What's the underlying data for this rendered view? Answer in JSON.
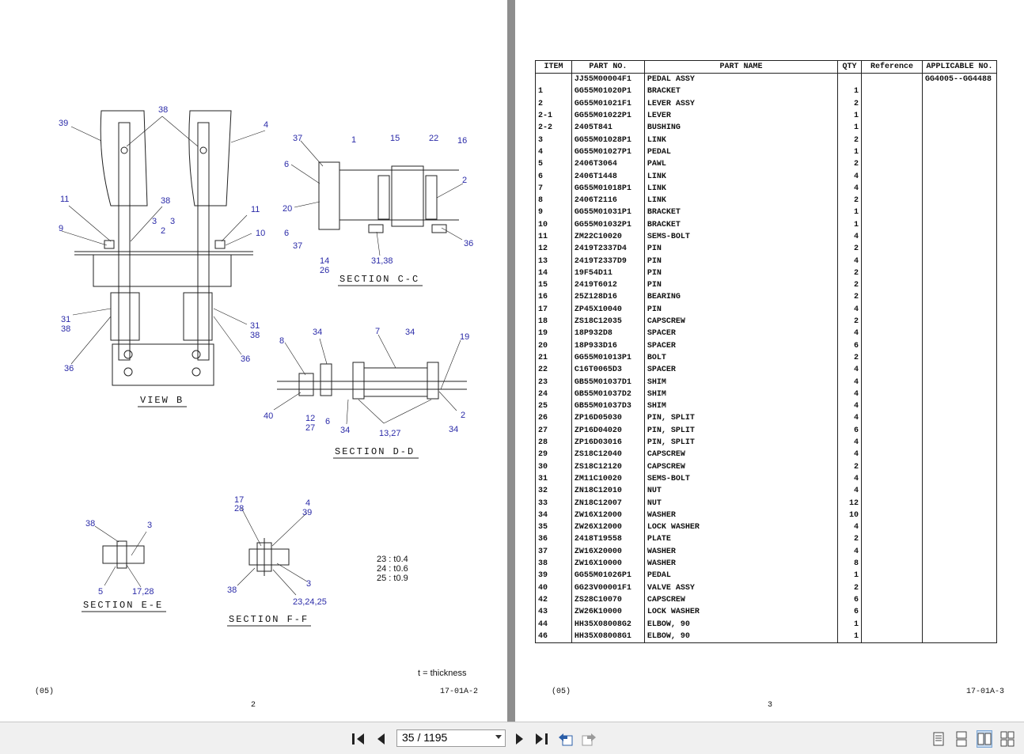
{
  "viewer": {
    "page_indicator": "35 / 1195",
    "buttons": {
      "first": "first-page",
      "prev": "previous-page",
      "next": "next-page",
      "last": "last-page"
    }
  },
  "left_page": {
    "footer_left": "(05)",
    "footer_center": "2",
    "footer_right": "17-01A-2",
    "thickness_note": "t = thickness",
    "shim_notes": [
      "23 : t0.4",
      "24 : t0.6",
      "25 : t0.9"
    ],
    "section_labels": {
      "view_b": "VIEW B",
      "sec_cc": "SECTION C-C",
      "sec_dd": "SECTION D-D",
      "sec_ee": "SECTION E-E",
      "sec_ff": "SECTION F-F"
    },
    "callouts": {
      "vb": [
        "39",
        "38",
        "4",
        "11",
        "38",
        "3",
        "3",
        "11",
        "9",
        "2",
        "10",
        "31",
        "38",
        "31",
        "38",
        "36",
        "36"
      ],
      "cc": [
        "37",
        "1",
        "15",
        "22",
        "16",
        "6",
        "2",
        "20",
        "6",
        "37",
        "36",
        "14",
        "26",
        "31,38"
      ],
      "dd": [
        "34",
        "7",
        "34",
        "19",
        "8",
        "40",
        "12",
        "27",
        "6",
        "34",
        "13,27",
        "34",
        "2"
      ],
      "ee": [
        "38",
        "3",
        "5",
        "17,28"
      ],
      "ff": [
        "17",
        "28",
        "4",
        "39",
        "38",
        "3",
        "23,24,25"
      ]
    }
  },
  "right_page": {
    "footer_left": "(05)",
    "footer_center": "3",
    "footer_right": "17-01A-3",
    "table": {
      "headers": [
        "ITEM",
        "PART NO.",
        "PART NAME",
        "QTY",
        "Reference",
        "APPLICABLE NO."
      ],
      "rows": [
        [
          "",
          "JJ55M00004F1",
          "PEDAL ASSY",
          "",
          "",
          "GG4005--GG4488"
        ],
        [
          "1",
          "GG55M01020P1",
          "BRACKET",
          "1",
          "",
          ""
        ],
        [
          "2",
          "GG55M01021F1",
          "LEVER ASSY",
          "2",
          "",
          ""
        ],
        [
          "2-1",
          "GG55M01022P1",
          "LEVER",
          "1",
          "",
          ""
        ],
        [
          "2-2",
          "2405T841",
          "BUSHING",
          "1",
          "",
          ""
        ],
        [
          "3",
          "GG55M01028P1",
          "LINK",
          "2",
          "",
          ""
        ],
        [
          "4",
          "GG55M01027P1",
          "PEDAL",
          "1",
          "",
          ""
        ],
        [
          "5",
          "2406T3064",
          "PAWL",
          "2",
          "",
          ""
        ],
        [
          "6",
          "2406T1448",
          "LINK",
          "4",
          "",
          ""
        ],
        [
          "7",
          "GG55M01018P1",
          "LINK",
          "4",
          "",
          ""
        ],
        [
          "8",
          "2406T2116",
          "LINK",
          "2",
          "",
          ""
        ],
        [
          "9",
          "GG55M01031P1",
          "BRACKET",
          "1",
          "",
          ""
        ],
        [
          "10",
          "GG55M01032P1",
          "BRACKET",
          "1",
          "",
          ""
        ],
        [
          "11",
          "ZM22C10020",
          "SEMS-BOLT",
          "4",
          "",
          ""
        ],
        [
          "12",
          "2419T2337D4",
          "PIN",
          "2",
          "",
          ""
        ],
        [
          "13",
          "2419T2337D9",
          "PIN",
          "4",
          "",
          ""
        ],
        [
          "14",
          "19F54D11",
          "PIN",
          "2",
          "",
          ""
        ],
        [
          "15",
          "2419T6012",
          "PIN",
          "2",
          "",
          ""
        ],
        [
          "16",
          "25Z128D16",
          "BEARING",
          "2",
          "",
          ""
        ],
        [
          "17",
          "ZP45X10040",
          "PIN",
          "4",
          "",
          ""
        ],
        [
          "18",
          "ZS18C12035",
          "CAPSCREW",
          "2",
          "",
          ""
        ],
        [
          "19",
          "18P932D8",
          "SPACER",
          "4",
          "",
          ""
        ],
        [
          "20",
          "18P933D16",
          "SPACER",
          "6",
          "",
          ""
        ],
        [
          "21",
          "GG55M01013P1",
          "BOLT",
          "2",
          "",
          ""
        ],
        [
          "22",
          "C16T0065D3",
          "SPACER",
          "4",
          "",
          ""
        ],
        [
          "23",
          "GB55M01037D1",
          "SHIM",
          "4",
          "",
          ""
        ],
        [
          "24",
          "GB55M01037D2",
          "SHIM",
          "4",
          "",
          ""
        ],
        [
          "25",
          "GB55M01037D3",
          "SHIM",
          "4",
          "",
          ""
        ],
        [
          "26",
          "ZP16D05030",
          "PIN, SPLIT",
          "4",
          "",
          ""
        ],
        [
          "27",
          "ZP16D04020",
          "PIN, SPLIT",
          "6",
          "",
          ""
        ],
        [
          "28",
          "ZP16D03016",
          "PIN, SPLIT",
          "4",
          "",
          ""
        ],
        [
          "29",
          "ZS18C12040",
          "CAPSCREW",
          "4",
          "",
          ""
        ],
        [
          "30",
          "ZS18C12120",
          "CAPSCREW",
          "2",
          "",
          ""
        ],
        [
          "31",
          "ZM11C10020",
          "SEMS-BOLT",
          "4",
          "",
          ""
        ],
        [
          "32",
          "ZN18C12010",
          "NUT",
          "4",
          "",
          ""
        ],
        [
          "33",
          "ZN18C12007",
          "NUT",
          "12",
          "",
          ""
        ],
        [
          "34",
          "ZW16X12000",
          "WASHER",
          "10",
          "",
          ""
        ],
        [
          "35",
          "ZW26X12000",
          "LOCK WASHER",
          "4",
          "",
          ""
        ],
        [
          "36",
          "2418T19558",
          "PLATE",
          "2",
          "",
          ""
        ],
        [
          "37",
          "ZW16X20000",
          "WASHER",
          "4",
          "",
          ""
        ],
        [
          "38",
          "ZW16X10000",
          "WASHER",
          "8",
          "",
          ""
        ],
        [
          "39",
          "GG55M01026P1",
          "PEDAL",
          "1",
          "",
          ""
        ],
        [
          "40",
          "GG23V00001F1",
          "VALVE ASSY",
          "2",
          "",
          ""
        ],
        [
          "42",
          "ZS28C10070",
          "CAPSCREW",
          "6",
          "",
          ""
        ],
        [
          "43",
          "ZW26K10000",
          "LOCK WASHER",
          "6",
          "",
          ""
        ],
        [
          "44",
          "HH35X08008G2",
          "ELBOW, 90",
          "1",
          "",
          ""
        ],
        [
          "46",
          "HH35X08008G1",
          "ELBOW, 90",
          "1",
          "",
          ""
        ]
      ]
    }
  }
}
